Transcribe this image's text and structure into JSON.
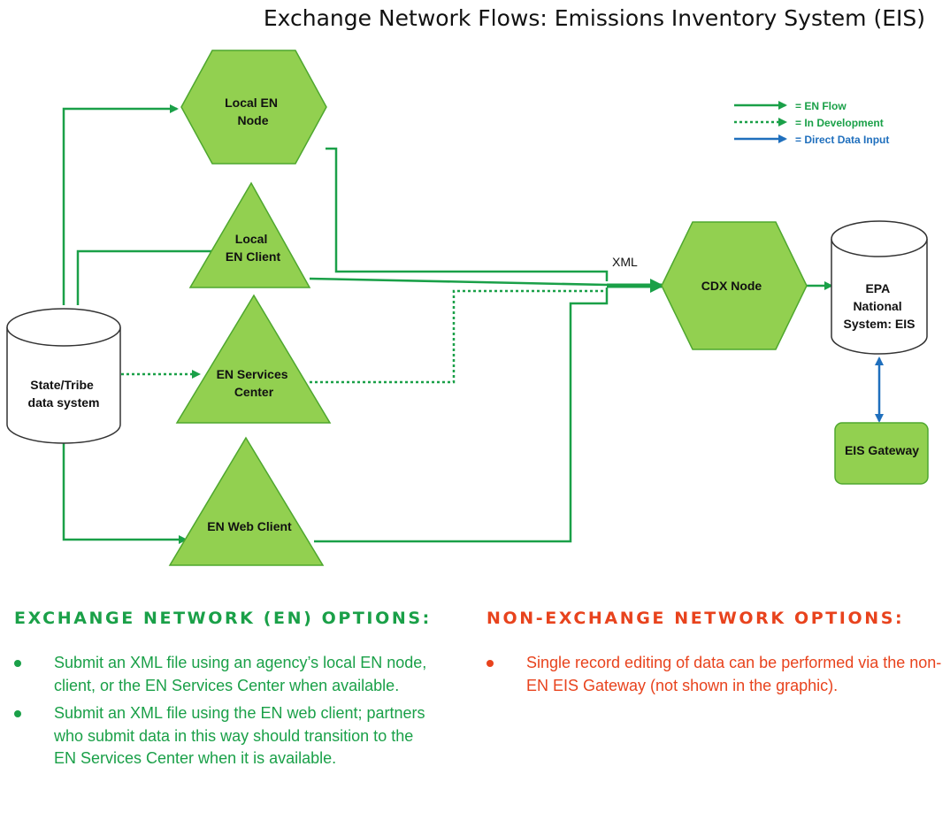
{
  "title": "Exchange Network Flows:  Emissions Inventory System (EIS)",
  "colors": {
    "node_fill": "#92d050",
    "node_stroke": "#4ea72e",
    "en_flow": "#1aa048",
    "direct_input": "#1f6fbd",
    "en_heading": "#1aa048",
    "non_en_heading": "#e8431d"
  },
  "diagram": {
    "nodes": {
      "local_node": [
        "Local EN",
        "Node"
      ],
      "local_client": [
        "Local",
        "EN Client"
      ],
      "services_center": [
        "EN Services",
        "Center"
      ],
      "web_client": [
        "EN Web Client"
      ],
      "state_tribe": [
        "State/Tribe",
        "data system"
      ],
      "cdx_node": [
        "CDX Node"
      ],
      "epa_system": [
        "EPA",
        "National",
        "System: EIS"
      ],
      "eis_gateway": [
        "EIS Gateway"
      ]
    },
    "xml_label": "XML",
    "legend": {
      "en_flow": "= EN Flow",
      "in_development": "= In Development",
      "direct_input": "= Direct Data Input"
    }
  },
  "en_options": {
    "heading": "EXCHANGE NETWORK (EN) OPTIONS:",
    "items": [
      "Submit an XML file using an agency’s local EN node, client, or the EN Services Center when available.",
      "Submit an XML file using the EN web client; partners who submit data in this way should transition to the EN Services Center when it is available."
    ]
  },
  "non_en_options": {
    "heading": "NON-EXCHANGE NETWORK OPTIONS:",
    "items": [
      "Single record editing of data can be performed via the non-EN EIS Gateway (not shown in the graphic)."
    ]
  }
}
